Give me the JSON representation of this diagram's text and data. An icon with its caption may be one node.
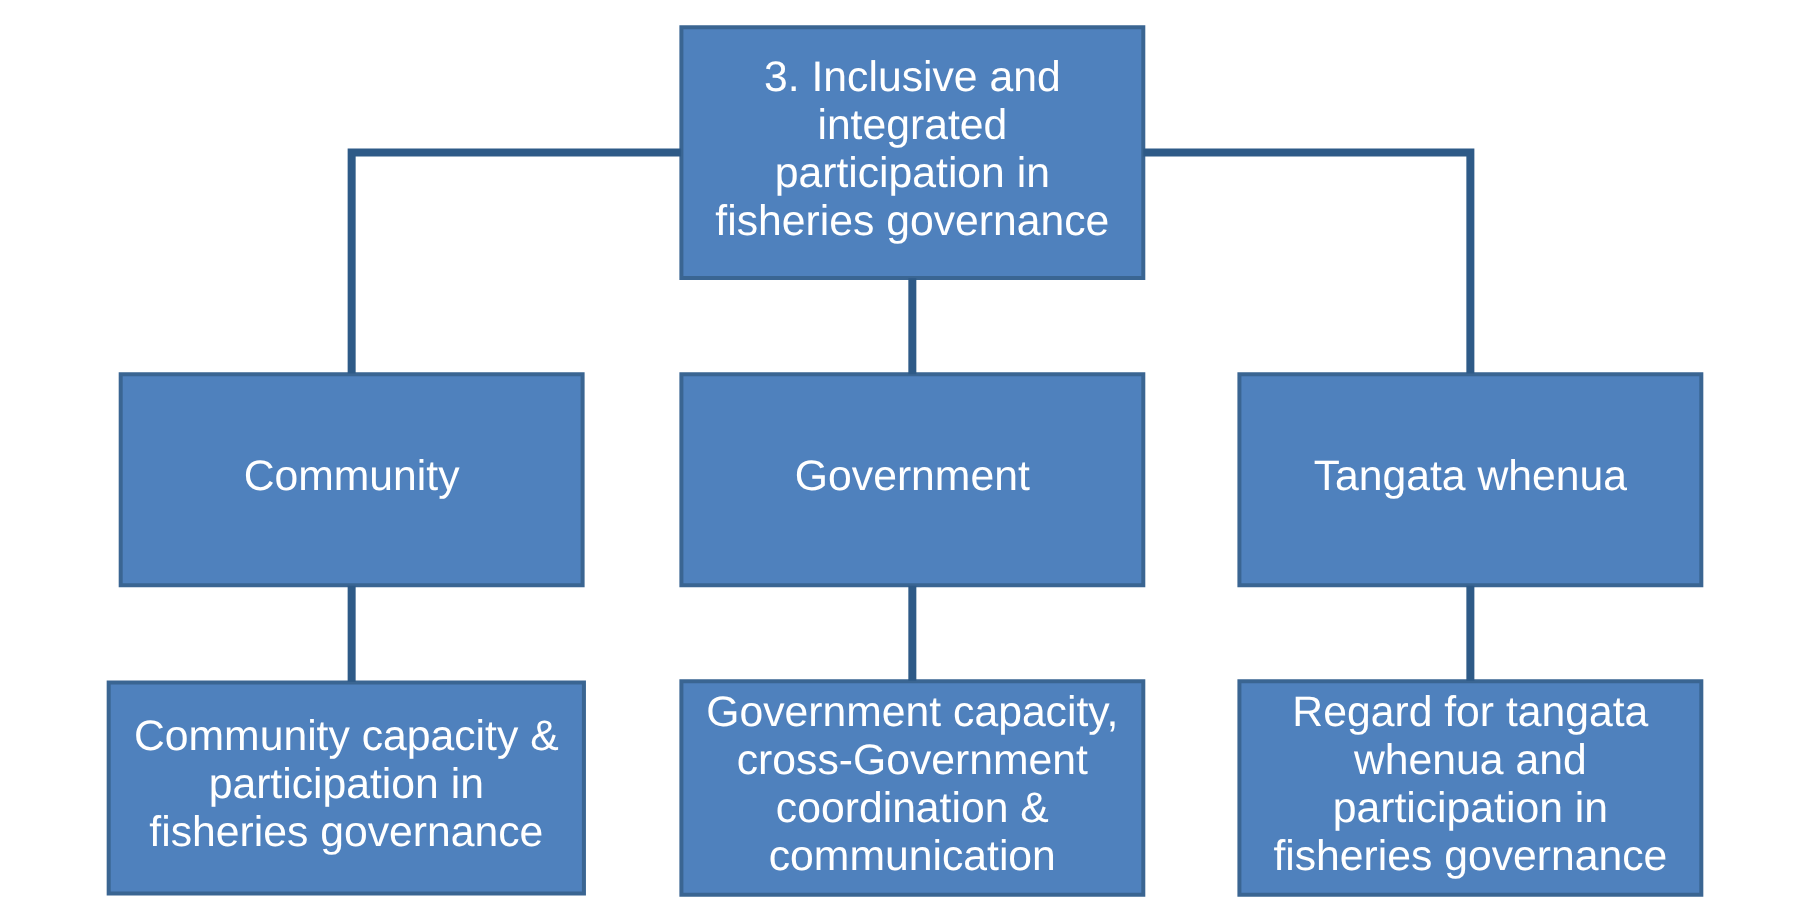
{
  "diagram": {
    "nodes": [
      {
        "text": [
          "3. Inclusive and integrated participation in fisheries governance"
        ]
      },
      {
        "text": [
          "Community"
        ]
      },
      {
        "text": [
          "Government"
        ]
      },
      {
        "text": [
          "Tangata whenua"
        ]
      },
      {
        "text": [
          "Community capacity & participation in fisheries governance"
        ]
      },
      {
        "text": [
          "Government capacity, cross-Government coordination & communication"
        ]
      },
      {
        "text": [
          "Regard for tangata whenua and participation in fisheries governance"
        ]
      }
    ],
    "edges": [
      {
        "from": 0,
        "to": 1,
        "arrow": "none"
      },
      {
        "from": 0,
        "to": 2,
        "arrow": "none"
      },
      {
        "from": 0,
        "to": 3,
        "arrow": "none"
      },
      {
        "from": 1,
        "to": 4,
        "arrow": "none"
      },
      {
        "from": 2,
        "to": 5,
        "arrow": "none"
      },
      {
        "from": 3,
        "to": 6,
        "arrow": "none"
      }
    ]
  }
}
